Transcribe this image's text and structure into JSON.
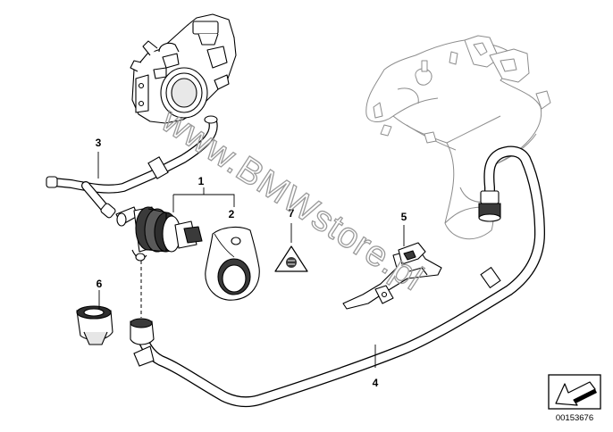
{
  "diagram": {
    "callouts": [
      {
        "id": "callout-1",
        "label": "1"
      },
      {
        "id": "callout-2",
        "label": "2"
      },
      {
        "id": "callout-3",
        "label": "3"
      },
      {
        "id": "callout-4",
        "label": "4"
      },
      {
        "id": "callout-5",
        "label": "5"
      },
      {
        "id": "callout-6",
        "label": "6"
      },
      {
        "id": "callout-7",
        "label": "7"
      }
    ],
    "watermark": "www.BMWstore.pl",
    "diagram_number": "00153676",
    "colors": {
      "line": "#000000",
      "ghost_line": "#8c8c8c",
      "fill": "#ffffff",
      "shade": "#3a3a3a",
      "watermark": "#9a9a9a"
    }
  }
}
